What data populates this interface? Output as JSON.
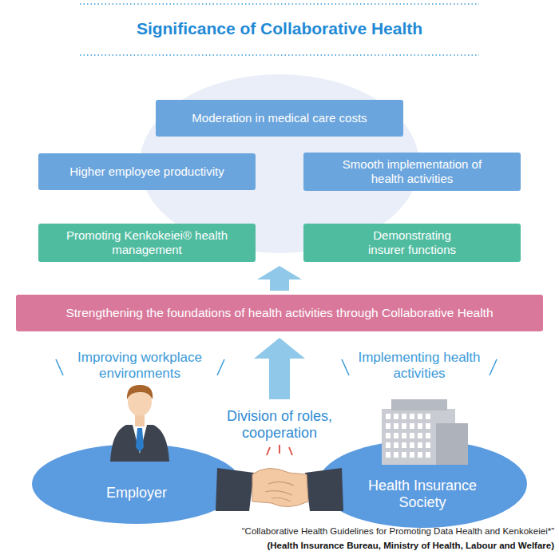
{
  "diagram": {
    "title": "Significance of Collaborative Health",
    "nodes": [
      {
        "text": [
          "Moderation in medical care costs"
        ]
      },
      {
        "text": [
          "Higher employee productivity"
        ]
      },
      {
        "text": [
          "Smooth implementation of health activities"
        ]
      },
      {
        "text": [
          "Promoting Kenkokeiei® health management"
        ]
      },
      {
        "text": [
          "Demonstrating insurer functions"
        ]
      },
      {
        "text": [
          "Strengthening the foundations of health activities through Collaborative Health"
        ]
      },
      {
        "text": [
          "Employer"
        ]
      },
      {
        "text": [
          "Health Insurance Society"
        ]
      }
    ],
    "labels": [
      "Improving workplace environments",
      "Implementing health activities",
      "Division of roles, cooperation",
      "“Collaborative Health Guidelines for Promoting Data Health and Kenkokeiei*”",
      "(Health Insurance Bureau, Ministry of Health, Labour and Welfare)"
    ]
  }
}
